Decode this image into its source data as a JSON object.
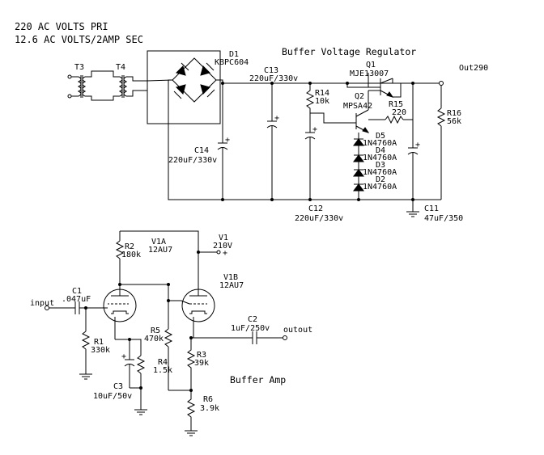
{
  "header": {
    "line1": "220 AC VOLTS PRI",
    "line2": "12.6 AC VOLTS/2AMP SEC"
  },
  "regulator": {
    "title": "Buffer Voltage Regulator",
    "labels": {
      "t3": "T3",
      "t4": "T4",
      "d1": "D1",
      "d1_part": "KBPC604",
      "c13": "C13",
      "c13_val": "220uF/330v",
      "c14": "C14",
      "c14_val": "220uF/330v",
      "r14": "R14",
      "r14_val": "10k",
      "q1": "Q1",
      "q1_part": "MJE13007",
      "q2": "Q2",
      "q2_part": "MPSA42",
      "r15": "R15",
      "r15_val": "220",
      "r16": "R16",
      "r16_val": "56k",
      "d5": "D5",
      "d5_part": "1N4760A",
      "d4": "D4",
      "d4_part": "1N4760A",
      "d3": "D3",
      "d3_part": "1N4760A",
      "d2": "D2",
      "d2_part": "1N4760A",
      "c12": "C12",
      "c12_val": "220uF/330v",
      "c11": "C11",
      "c11_val": "47uF/350",
      "out": "Out290"
    }
  },
  "buffer": {
    "title": "Buffer Amp",
    "labels": {
      "r2": "R2",
      "r2_val": "180k",
      "v1a": "V1A",
      "v1a_part": "12AU7",
      "v1": "V1",
      "v1_val": "210V",
      "v1b": "V1B",
      "v1b_part": "12AU7",
      "c1": "C1",
      "c1_val": ".047uF",
      "input": "input",
      "r1": "R1",
      "r1_val": "330k",
      "r5": "R5",
      "r5_val": "470k",
      "c2": "C2",
      "c2_val": "1uF/250v",
      "output": "outout",
      "r4": "R4",
      "r4_val": "1.5k",
      "c3": "C3",
      "c3_val": "10uF/50v",
      "r3": "R3",
      "r3_val": "39k",
      "r6": "R6",
      "r6_val": "3.9k"
    }
  }
}
